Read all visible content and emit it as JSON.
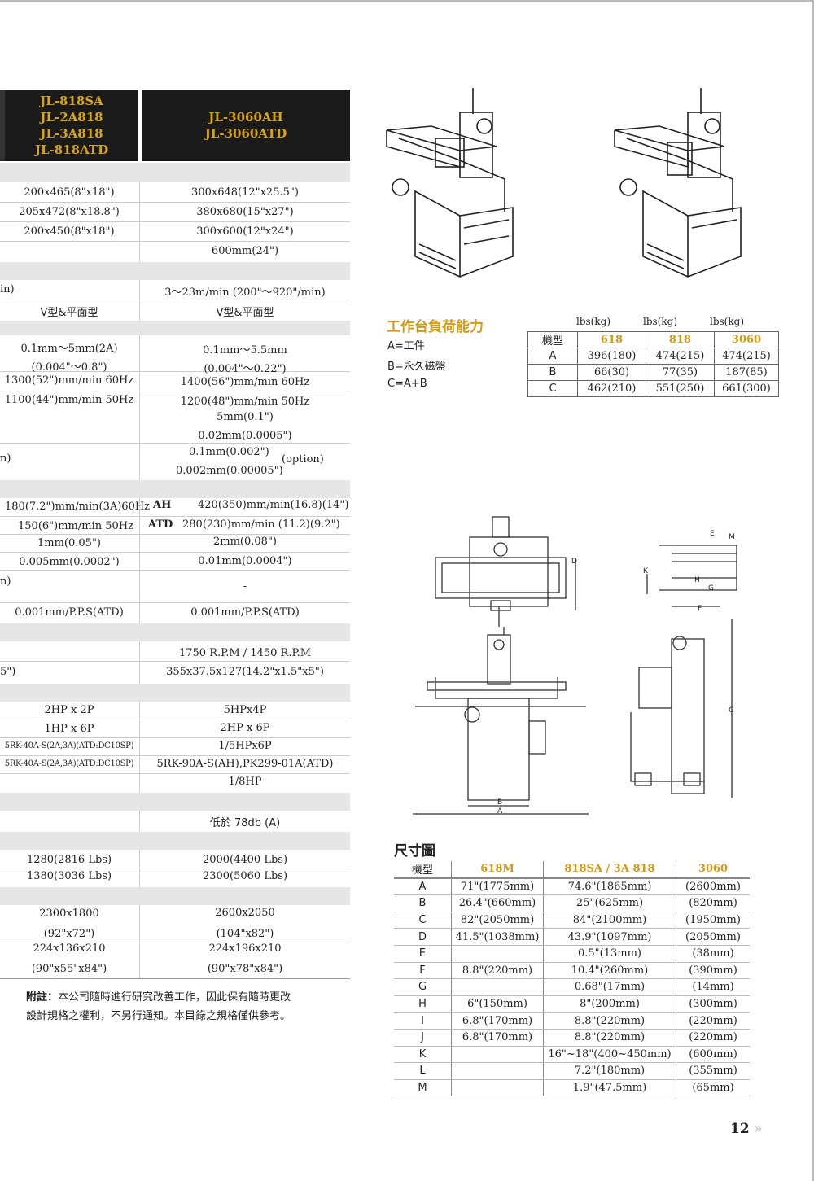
{
  "spec_table": {
    "header": {
      "col1": [
        "JL-818SA",
        "JL-2A818",
        "JL-3A818",
        "JL-818ATD"
      ],
      "col2": [
        "JL-3060AH",
        "JL-3060ATD"
      ]
    },
    "rows": {
      "r1": {
        "c1": "200x465(8\"x18\")",
        "c2": "300x648(12\"x25.5\")"
      },
      "r2": {
        "c1": "205x472(8\"x18.8\")",
        "c2": "380x680(15\"x27\")"
      },
      "r3": {
        "c1": "200x450(8\"x18\")",
        "c2": "300x600(12\"x24\")"
      },
      "r4": {
        "c2": "600mm(24\")"
      },
      "r5": {
        "c1": "in)",
        "c2": "3～23m/min (200\"～920\"/min)"
      },
      "r6": {
        "c1": "V型&平面型",
        "c2": "V型&平面型"
      },
      "r7a": {
        "c1": "0.1mm～5mm(2A)",
        "c2": "0.1mm～5.5mm"
      },
      "r7b": {
        "c1": "(0.004\"～0.8\")",
        "c2": "(0.004\"～0.22\")"
      },
      "r8": {
        "c1": "1300(52\")mm/min 60Hz",
        "c2": "1400(56\")mm/min 60Hz"
      },
      "r9": {
        "c1": "1100(44\")mm/min 50Hz",
        "c2": "1200(48\")mm/min 50Hz"
      },
      "r10": {
        "c2": "5mm(0.1\")"
      },
      "r11a": {
        "c2": "0.02mm(0.0005\")"
      },
      "r11b": {
        "c1": "n)",
        "c2": "0.1mm(0.002\")",
        "opt": "(option)"
      },
      "r11c": {
        "c2": "0.002mm(0.00005\")"
      },
      "r12": {
        "c1": "180(7.2\")mm/min(3A)60Hz",
        "tag": "AH",
        "c2": "420(350)mm/min(16.8)(14\")"
      },
      "r13": {
        "c1": "150(6\")mm/min 50Hz",
        "tag": "ATD",
        "c2": "280(230)mm/min (11.2)(9.2\")"
      },
      "r14": {
        "c1": "1mm(0.05\")",
        "c2": "2mm(0.08\")"
      },
      "r15": {
        "c1": "0.005mm(0.0002\")",
        "c2": "0.01mm(0.0004\")"
      },
      "r16": {
        "c1": "n)",
        "c2": "-"
      },
      "r17": {
        "c1": "0.001mm/P.P.S(ATD)",
        "c2": "0.001mm/P.P.S(ATD)"
      },
      "r18": {
        "c1": "",
        "c2": "1750 R.P.M / 1450 R.P.M"
      },
      "r19": {
        "c1": "5\")",
        "c2": "355x37.5x127(14.2\"x1.5\"x5\")"
      },
      "r20": {
        "c1": "2HP x 2P",
        "c2": "5HPx4P"
      },
      "r21": {
        "c1": "1HP x 6P",
        "c2": "2HP x 6P"
      },
      "r22": {
        "c1": "5RK-40A-S(2A,3A)(ATD:DC10SP)",
        "c2": "1/5HPx6P"
      },
      "r23": {
        "c1": "5RK-40A-S(2A,3A)(ATD:DC10SP)",
        "c2": "5RK-90A-S(AH),PK299-01A(ATD)"
      },
      "r24": {
        "c2": "1/8HP"
      },
      "r25": {
        "c2": "低於 78db (A)"
      },
      "r26": {
        "c1": "1280(2816 Lbs)",
        "c2": "2000(4400 Lbs)"
      },
      "r27": {
        "c1": "1380(3036 Lbs)",
        "c2": "2300(5060 Lbs)"
      },
      "r28": {
        "c1": "2300x1800",
        "c2": "2600x2050"
      },
      "r29": {
        "c1": "(92\"x72\")",
        "c2": "(104\"x82\")"
      },
      "r30": {
        "c1": "224x136x210",
        "c2": "224x196x210"
      },
      "r31": {
        "c1": "(90\"x55\"x84\")",
        "c2": "(90\"x78\"x84\")"
      }
    }
  },
  "note": {
    "label": "附註：",
    "line1": "本公司隨時進行研究改善工作，因此保有隨時更改",
    "line2": "設計規格之權利，不另行通知。本目錄之規格僅供參考。"
  },
  "load": {
    "title": "工作台負荷能力",
    "legend": [
      "A=工件",
      "B=永久磁盤",
      "C=A+B"
    ],
    "unit": "lbs(kg)",
    "header": [
      "機型",
      "618",
      "818",
      "3060"
    ],
    "rows": [
      [
        "A",
        "396(180)",
        "474(215)",
        "474(215)"
      ],
      [
        "B",
        "66(30)",
        "77(35)",
        "187(85)"
      ],
      [
        "C",
        "462(210)",
        "551(250)",
        "661(300)"
      ]
    ]
  },
  "dims": {
    "title": "尺寸圖",
    "header": [
      "機型",
      "618M",
      "818SA / 3A  818",
      "3060"
    ],
    "rows": [
      [
        "A",
        "71\"(1775mm)",
        "74.6\"(1865mm)",
        "(2600mm)"
      ],
      [
        "B",
        "26.4\"(660mm)",
        "25\"(625mm)",
        "(820mm)"
      ],
      [
        "C",
        "82\"(2050mm)",
        "84\"(2100mm)",
        "(1950mm)"
      ],
      [
        "D",
        "41.5\"(1038mm)",
        "43.9\"(1097mm)",
        "(2050mm)"
      ],
      [
        "E",
        "",
        "0.5\"(13mm)",
        "(38mm)"
      ],
      [
        "F",
        "8.8\"(220mm)",
        "10.4\"(260mm)",
        "(390mm)"
      ],
      [
        "G",
        "",
        "0.68\"(17mm)",
        "(14mm)"
      ],
      [
        "H",
        "6\"(150mm)",
        "8\"(200mm)",
        "(300mm)"
      ],
      [
        "I",
        "6.8\"(170mm)",
        "8.8\"(220mm)",
        "(220mm)"
      ],
      [
        "J",
        "6.8\"(170mm)",
        "8.8\"(220mm)",
        "(220mm)"
      ],
      [
        "K",
        "",
        "16\"~18\"(400~450mm)",
        "(600mm)"
      ],
      [
        "L",
        "",
        "7.2\"(180mm)",
        "(355mm)"
      ],
      [
        "M",
        "",
        "1.9\"(47.5mm)",
        "(65mm)"
      ]
    ]
  },
  "diagram_labels": {
    "A": "A",
    "B": "B",
    "C": "C",
    "D": "D",
    "E": "E",
    "F": "F",
    "G": "G",
    "H": "H",
    "K": "K",
    "M": "M"
  },
  "page_number": "12",
  "page_arrow": "»"
}
